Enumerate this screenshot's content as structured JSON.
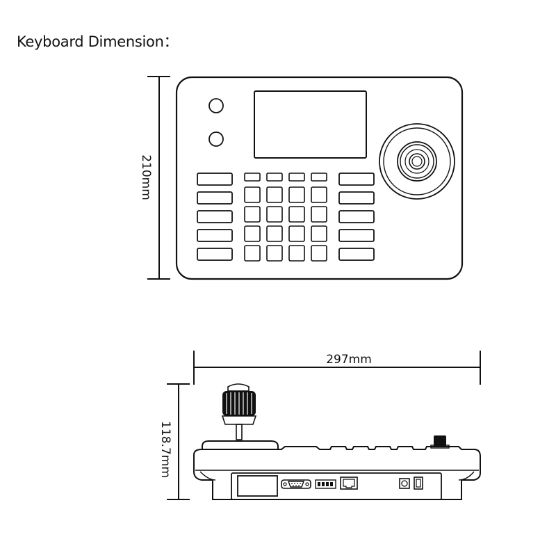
{
  "title": "Keyboard Dimension：",
  "dimensions": {
    "height_top": "210mm",
    "width_side": "297mm",
    "height_side": "118.7mm"
  }
}
